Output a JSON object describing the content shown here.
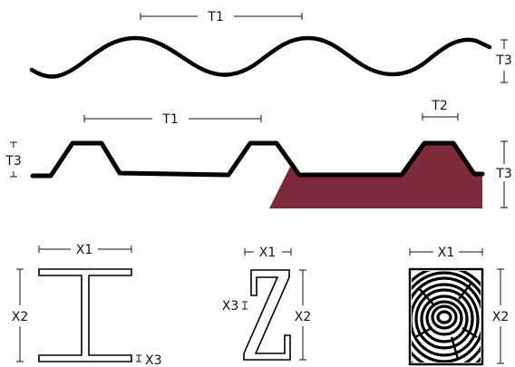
{
  "colors": {
    "stroke": "#000000",
    "accent_fill": "#7f2a3a",
    "background": "#ffffff"
  },
  "labels": {
    "t1": "T1",
    "t2": "T2",
    "t3": "T3",
    "x1": "X1",
    "x2": "X2",
    "x3": "X3"
  },
  "sections": {
    "sinusoidal_sheet": {
      "icon": "wave-profile-icon"
    },
    "trapezoidal_sheet": {
      "icon": "trapezoid-profile-icon"
    },
    "i_beam": {
      "icon": "i-beam-icon"
    },
    "z_profile": {
      "icon": "z-profile-icon"
    },
    "timber": {
      "icon": "wood-grain-icon"
    }
  }
}
